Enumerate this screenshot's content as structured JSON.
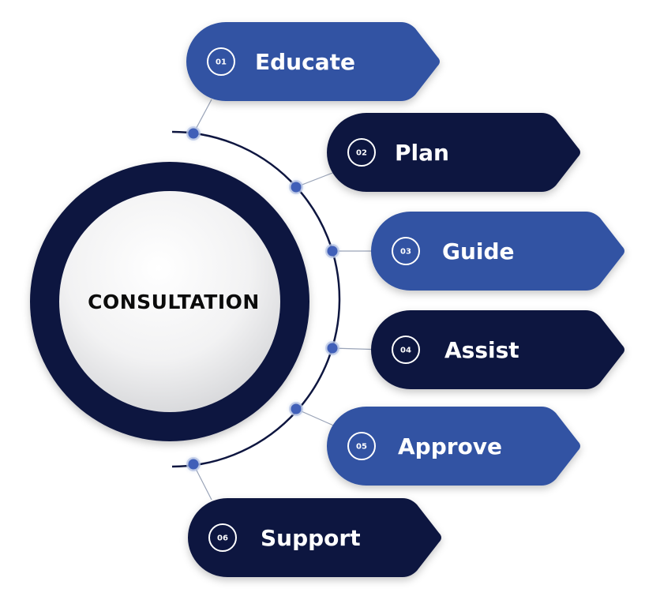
{
  "center_label": "CONSULTATION",
  "colors": {
    "blue": "#3153a3",
    "navy": "#0e1640",
    "connector": "#9aa4b8",
    "node_fill": "#3f5fb8",
    "node_halo": "#c8d3ee"
  },
  "steps": [
    {
      "number": "01",
      "label": "Educate",
      "color": "blue"
    },
    {
      "number": "02",
      "label": "Plan",
      "color": "navy"
    },
    {
      "number": "03",
      "label": "Guide",
      "color": "blue"
    },
    {
      "number": "04",
      "label": "Assist",
      "color": "navy"
    },
    {
      "number": "05",
      "label": "Approve",
      "color": "blue"
    },
    {
      "number": "06",
      "label": "Support",
      "color": "navy"
    }
  ]
}
